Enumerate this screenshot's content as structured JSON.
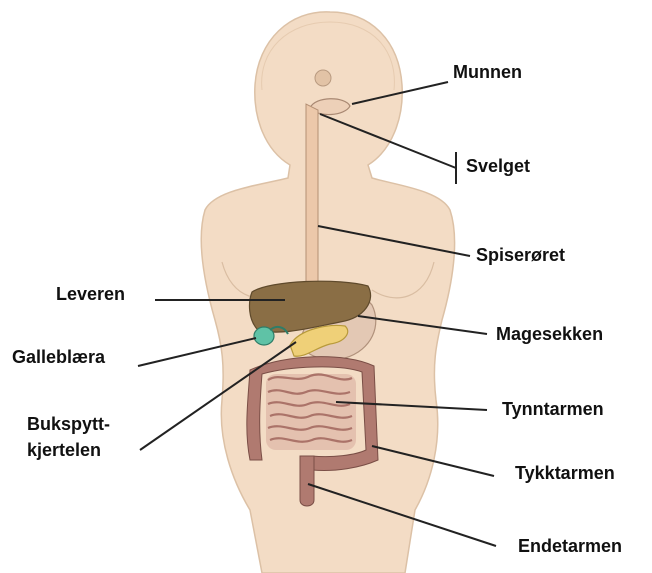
{
  "labels": {
    "munnen": "Munnen",
    "svelget": "Svelget",
    "spiseroret": "Spiserøret",
    "leveren": "Leveren",
    "magesekken": "Magesekken",
    "gallebl": "Galleblæra",
    "bukspytt_1": "Bukspytt-",
    "bukspytt_2": "kjertelen",
    "tynntarmen": "Tynntarmen",
    "tykktarmen": "Tykktarmen",
    "endetarmen": "Endetarmen"
  },
  "colors": {
    "skin": "#f3dcc5",
    "skin_outline": "#dcc1a6",
    "liver": "#8a6e45",
    "stomach": "#e3c8b4",
    "intestine": "#b07a70",
    "pancreas": "#efd078",
    "gallbladder": "#5fc2a6",
    "esophagus": "#ecc8aa",
    "leader_line": "#222222"
  }
}
